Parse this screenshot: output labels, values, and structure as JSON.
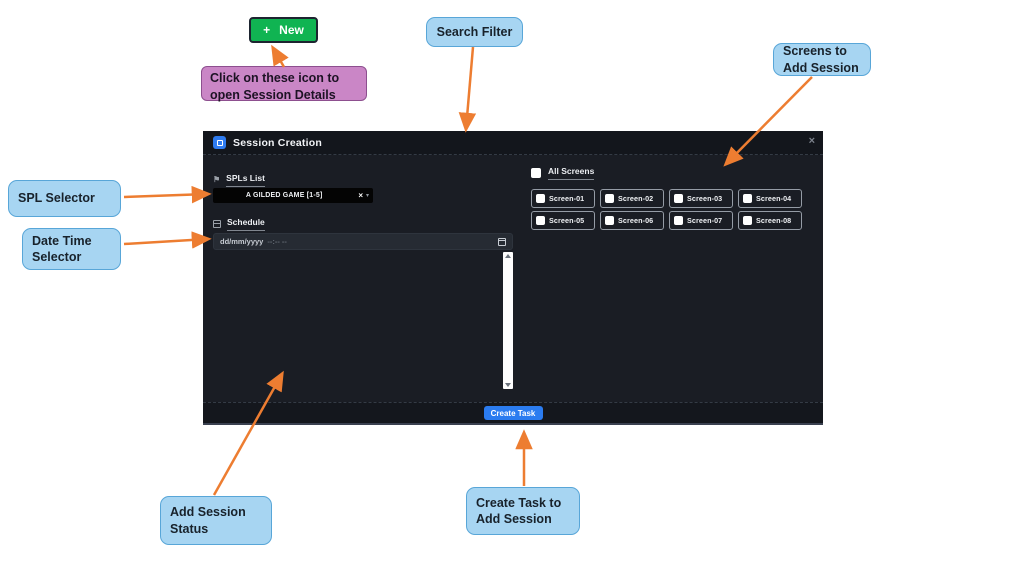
{
  "colors": {
    "callout_blue": "#a7d5f2",
    "callout_purple": "#ca86c6",
    "button_green": "#10b452",
    "arrow_orange": "#ed7d31",
    "primary_blue": "#2b7cf0"
  },
  "annotations": {
    "new_button": {
      "icon": "+",
      "label": "New"
    },
    "session_details_note": "Click on these icon to open Session Details",
    "search_filter": "Search Filter",
    "screens_to_add": "Screens to Add Session",
    "spl_selector": "SPL Selector",
    "date_time_selector": "Date Time Selector",
    "add_session_status": "Add Session Status",
    "create_task_note": "Create Task to Add Session"
  },
  "modal": {
    "title": "Session Creation",
    "close_label": "×",
    "spls_list": {
      "label": "SPLs List",
      "selected_value": "A GILDED GAME [1-5]",
      "remove_label": "×",
      "caret": "▾"
    },
    "schedule": {
      "label": "Schedule",
      "placeholder_date": "dd/mm/yyyy",
      "placeholder_time": "--:-- --"
    },
    "all_screens_label": "All Screens",
    "screens": [
      "Screen-01",
      "Screen-02",
      "Screen-03",
      "Screen-04",
      "Screen-05",
      "Screen-06",
      "Screen-07",
      "Screen-08"
    ],
    "create_task_label": "Create Task"
  }
}
